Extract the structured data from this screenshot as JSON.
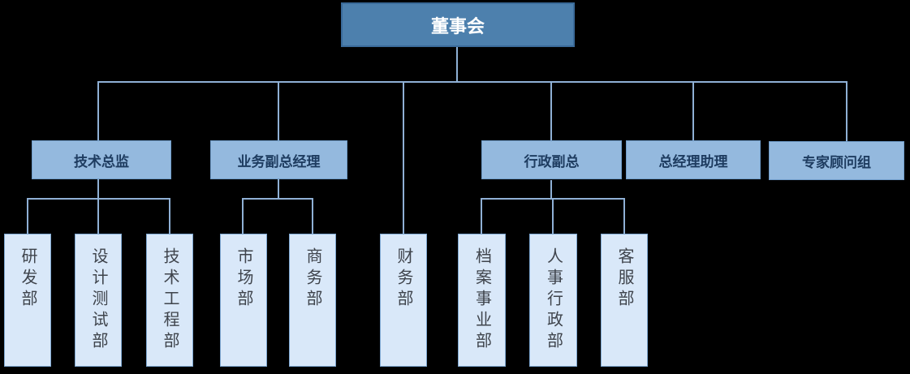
{
  "org_chart": {
    "root": {
      "label": "董事会"
    },
    "level2": [
      {
        "label": "技术总监"
      },
      {
        "label": "业务副总经理"
      },
      {
        "label": "行政副总"
      },
      {
        "label": "总经理助理"
      },
      {
        "label": "专家顾问组"
      }
    ],
    "level3": [
      {
        "label": "研发部",
        "parent": "技术总监"
      },
      {
        "label": "设计测试部",
        "parent": "技术总监"
      },
      {
        "label": "技术工程部",
        "parent": "技术总监"
      },
      {
        "label": "市场部",
        "parent": "业务副总经理"
      },
      {
        "label": "商务部",
        "parent": "业务副总经理"
      },
      {
        "label": "财务部",
        "parent": "董事会"
      },
      {
        "label": "档案事业部",
        "parent": "行政副总"
      },
      {
        "label": "人事行政部",
        "parent": "行政副总"
      },
      {
        "label": "客服部",
        "parent": "行政副总"
      }
    ]
  },
  "colors": {
    "background": "#000000",
    "line": "#8fb0d5",
    "root-fill": "#4d80ad",
    "root-border": "#3a6a99",
    "root-text": "#ffffff",
    "l2-fill": "#94b9de",
    "l2-border": "#6f9cc9",
    "l2-text": "#1e3c60",
    "l3-fill": "#d9e8f9",
    "l3-border": "#7fa8d2",
    "l3-text": "#3f444c"
  }
}
